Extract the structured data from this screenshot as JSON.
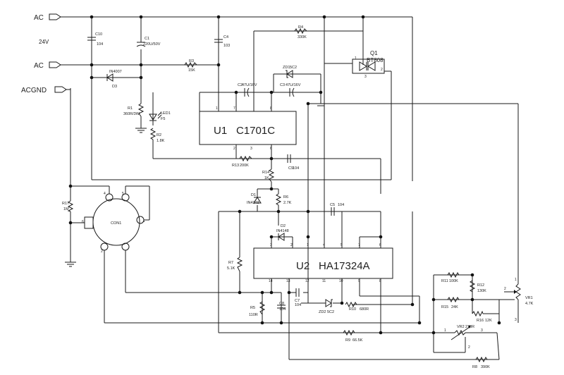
{
  "ports": {
    "ac_top": "AC",
    "ac_bottom": "AC",
    "acgnd": "ACGND",
    "supply": "24V"
  },
  "u1": {
    "ref": "U1",
    "part": "C1701C"
  },
  "u2": {
    "ref": "U2",
    "part": "HA17324A"
  },
  "q1": {
    "ref": "Q1",
    "part": "BT808"
  },
  "cn1": "CON1",
  "parts": {
    "c10": "C10",
    "c10v": "104",
    "c1": "C1",
    "c1v": "220U/50V",
    "c4": "C4",
    "c4v": "103",
    "r4": "R4",
    "r4v": "330K",
    "r3": "R3",
    "r3v": "15K",
    "d3": "D3",
    "d3v": "IN4007",
    "zd1": "ZD1",
    "zd1v": "5C2",
    "c2": "C2",
    "c2v": "47U/16V",
    "c3": "C3",
    "c3v": "47U/16V",
    "r1": "R1",
    "r1v": "360R/3W",
    "led1": "LED1",
    "led1v": "F5",
    "r2": "R2",
    "r2v": "1.8K",
    "r13": "R13",
    "r13v": "200K",
    "c9": "C9",
    "c9v": "104",
    "r14": "R14",
    "r14v": "1K",
    "d1": "D1",
    "d1v": "IN4148",
    "r6": "R6",
    "r6v": "2.7K",
    "d2": "D2",
    "d2v": "IN4148",
    "c5": "C5",
    "c5v": "104",
    "r17": "R17",
    "r17v": "1M",
    "r7": "R7",
    "r7v": "5.1K",
    "r5": "R5",
    "r5v": "110R",
    "c8": "C8",
    "c8v": "104",
    "c7": "C7",
    "c7v": "104",
    "zd2": "ZD2",
    "zd2v": "5C2",
    "r10": "R10",
    "r10v": "680R",
    "r11": "R11",
    "r11v": "100K",
    "r12": "R12",
    "r12v": "130K",
    "r15": "R15",
    "r15v": "24K",
    "r16": "R16",
    "r16v": "12K",
    "vr1": "VR1",
    "vr1v": "4.7K",
    "vr2": "VR2",
    "vr2v": "270R",
    "r9": "R9",
    "r9v": "66.5K",
    "r8": "R8",
    "r8v": "390K"
  },
  "pins": {
    "u1": [
      "1",
      "7",
      "8",
      "2",
      "3",
      "6"
    ],
    "u2": [
      "3",
      "2",
      "1",
      "4",
      "5",
      "14",
      "13",
      "12",
      "11",
      "10",
      "9",
      "8",
      "7",
      "6"
    ],
    "q1": [
      "1",
      "2",
      "3"
    ],
    "cn1": [
      "4",
      "5",
      "1",
      "2",
      "6"
    ],
    "vr1": [
      "1",
      "2",
      "3"
    ],
    "vr2": [
      "1",
      "2",
      "3"
    ]
  }
}
